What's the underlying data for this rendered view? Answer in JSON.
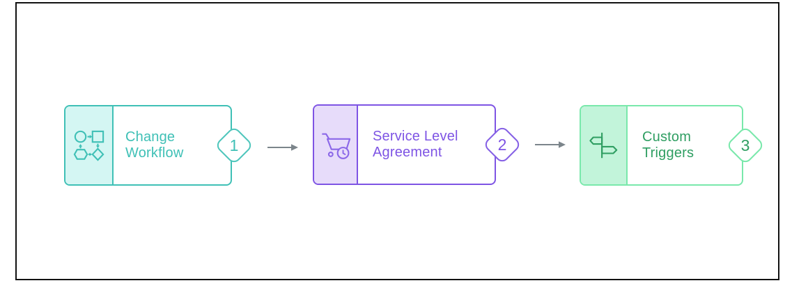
{
  "diagram": {
    "background": "#ffffff",
    "frame_border_color": "#111111",
    "arrow_color": "#7c858b",
    "steps": [
      {
        "number": "1",
        "label": "Change Workflow",
        "icon": "workflow-icon",
        "colors": {
          "accent": "#3fc0b6",
          "fill": "#d4f6f3",
          "text": "#3fc0b6",
          "icon": "#3fc0b6",
          "badge_border": "#4fc6bc",
          "badge_text": "#3fc0b6"
        }
      },
      {
        "number": "2",
        "label": "Service Level Agreement",
        "icon": "cart-clock-icon",
        "colors": {
          "accent": "#7e54e4",
          "fill": "#e7dcfa",
          "text": "#7e54e4",
          "icon": "#8b67e8",
          "badge_border": "#8560e5",
          "badge_text": "#7e54e4"
        }
      },
      {
        "number": "3",
        "label": "Custom Triggers",
        "icon": "signpost-icon",
        "colors": {
          "accent": "#79e8ab",
          "fill": "#c2f4da",
          "text": "#2f9e62",
          "icon": "#2f9e62",
          "badge_border": "#79e8ab",
          "badge_text": "#2f9e62"
        }
      }
    ]
  }
}
